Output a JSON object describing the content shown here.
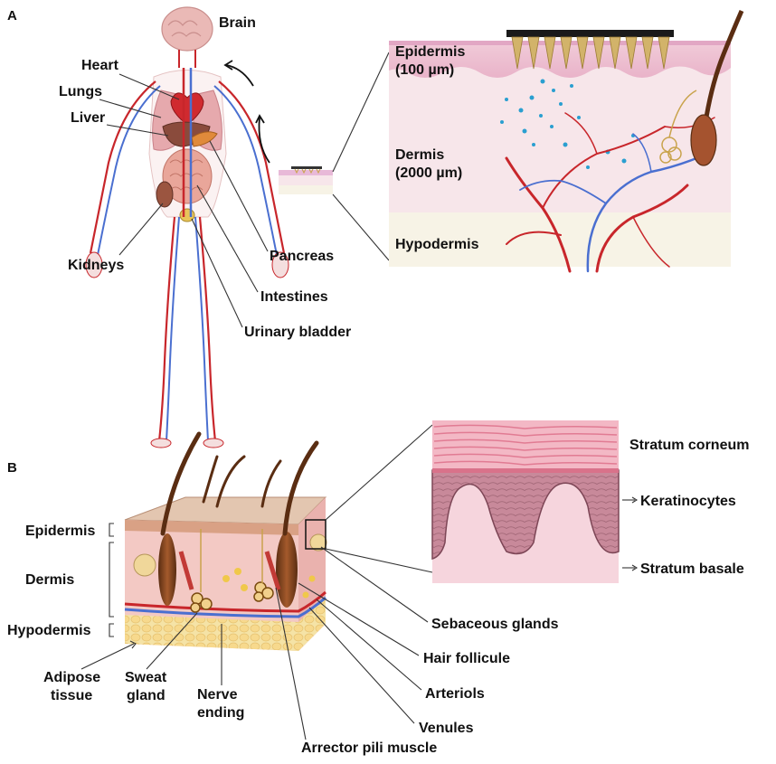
{
  "panel_a": {
    "letter": "A",
    "organs": {
      "brain": "Brain",
      "heart": "Heart",
      "lungs": "Lungs",
      "liver": "Liver",
      "kidneys": "Kidneys",
      "pancreas": "Pancreas",
      "intestines": "Intestines",
      "bladder": "Urinary bladder"
    },
    "layers": {
      "epidermis": "Epidermis",
      "epidermis_depth": "(100 µm)",
      "dermis": "Dermis",
      "dermis_depth": "(2000 µm)",
      "hypodermis": "Hypodermis"
    }
  },
  "panel_b": {
    "letter": "B",
    "left_labels": {
      "epidermis": "Epidermis",
      "dermis": "Dermis",
      "hypodermis": "Hypodermis"
    },
    "bottom_labels": {
      "adipose_1": "Adipose",
      "adipose_2": "tissue",
      "sweat_1": "Sweat",
      "sweat_2": "gland",
      "nerve_1": "Nerve",
      "nerve_2": "ending",
      "arrector": "Arrector pili muscle"
    },
    "right_labels": {
      "sebaceous": "Sebaceous glands",
      "hair_follicle": "Hair follicule",
      "arteriols": "Arteriols",
      "venules": "Venules"
    },
    "zoom_labels": {
      "stratum_corneum": "Stratum corneum",
      "keratinocytes": "Keratinocytes",
      "stratum_basale": "Stratum basale"
    }
  },
  "colors": {
    "artery": "#c8262b",
    "vein": "#4a6fd0",
    "epidermis": "#e8b9d8",
    "dermis": "#f7e6ea",
    "hypodermis": "#f7f3e6",
    "particle": "#2a9fd0",
    "fat": "#f3d58a"
  }
}
